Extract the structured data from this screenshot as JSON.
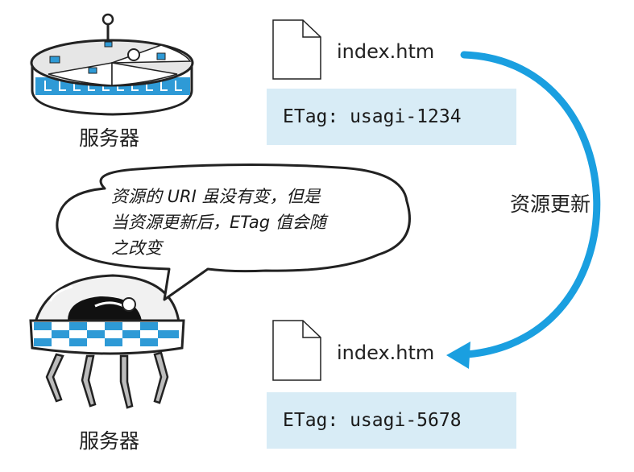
{
  "server_top": {
    "label": "服务器"
  },
  "server_bottom": {
    "label": "服务器"
  },
  "file_top": {
    "name": "index.htm",
    "etag": "ETag: usagi-1234"
  },
  "file_bottom": {
    "name": "index.htm",
    "etag": "ETag: usagi-5678"
  },
  "arrow": {
    "label": "资源更新",
    "color": "#1a9fe0"
  },
  "bubble": {
    "line1": "资源的 URI 虽没有变，但是",
    "line2": "当资源更新后，ETag 值会随",
    "line3": "之改变"
  }
}
